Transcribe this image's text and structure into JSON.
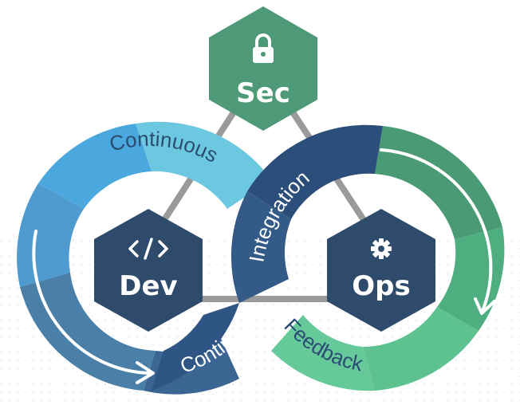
{
  "diagram": {
    "nodes": {
      "sec": {
        "label": "Sec",
        "icon": "lock-icon",
        "color": "#4e9a78"
      },
      "dev": {
        "label": "Dev",
        "icon": "code-icon",
        "color": "#2f4b6c"
      },
      "ops": {
        "label": "Ops",
        "icon": "gear-icon",
        "color": "#2f4b6c"
      }
    },
    "ring_labels": {
      "continuous_top": "Continuous",
      "integration": "Integration",
      "continuous_bottom": "Continuous",
      "feedback": "Feedback"
    },
    "colors": {
      "connector": "#9a9a9a",
      "left_ring_light": "#5cc3dd",
      "left_ring_mid": "#4aa8d8",
      "left_ring_dark": "#4a7fa6",
      "center_band": "#2c4e7a",
      "right_ring_dark": "#3f8f6e",
      "right_ring_light": "#5ec08f",
      "arrow": "#ffffff",
      "dots": "#d9dde4"
    }
  }
}
